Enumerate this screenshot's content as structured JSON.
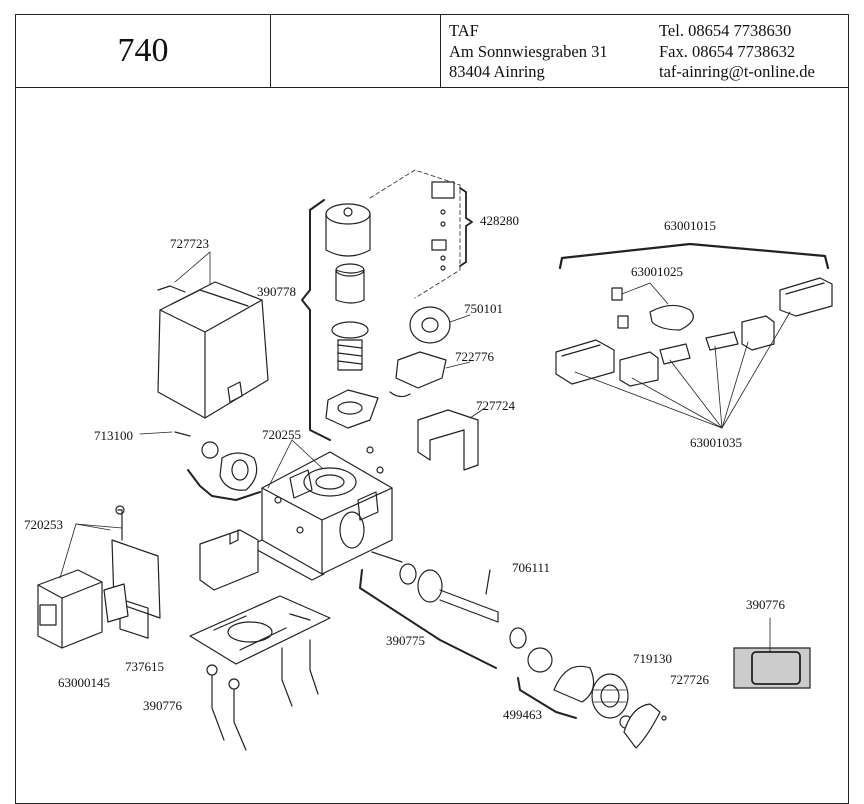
{
  "header": {
    "model": "740",
    "company": {
      "name": "TAF",
      "street": "Am Sonnwiesgraben 31",
      "city": "83404 Ainring"
    },
    "contact": {
      "tel": "Tel.   08654 7738630",
      "fax": "Fax.  08654 7738632",
      "email": "taf-ainring@t-online.de"
    }
  },
  "parts": {
    "p727723": "727723",
    "p390778": "390778",
    "p428280": "428280",
    "p63001015": "63001015",
    "p63001025": "63001025",
    "p750101": "750101",
    "p722776": "722776",
    "p727724": "727724",
    "p713100": "713100",
    "p720255": "720255",
    "p63001035": "63001035",
    "p720253": "720253",
    "p706111": "706111",
    "p390776a": "390776",
    "p390775": "390775",
    "p737615": "737615",
    "p63000145": "63000145",
    "p719130": "719130",
    "p727726": "727726",
    "p390776b": "390776",
    "p499463": "499463"
  }
}
